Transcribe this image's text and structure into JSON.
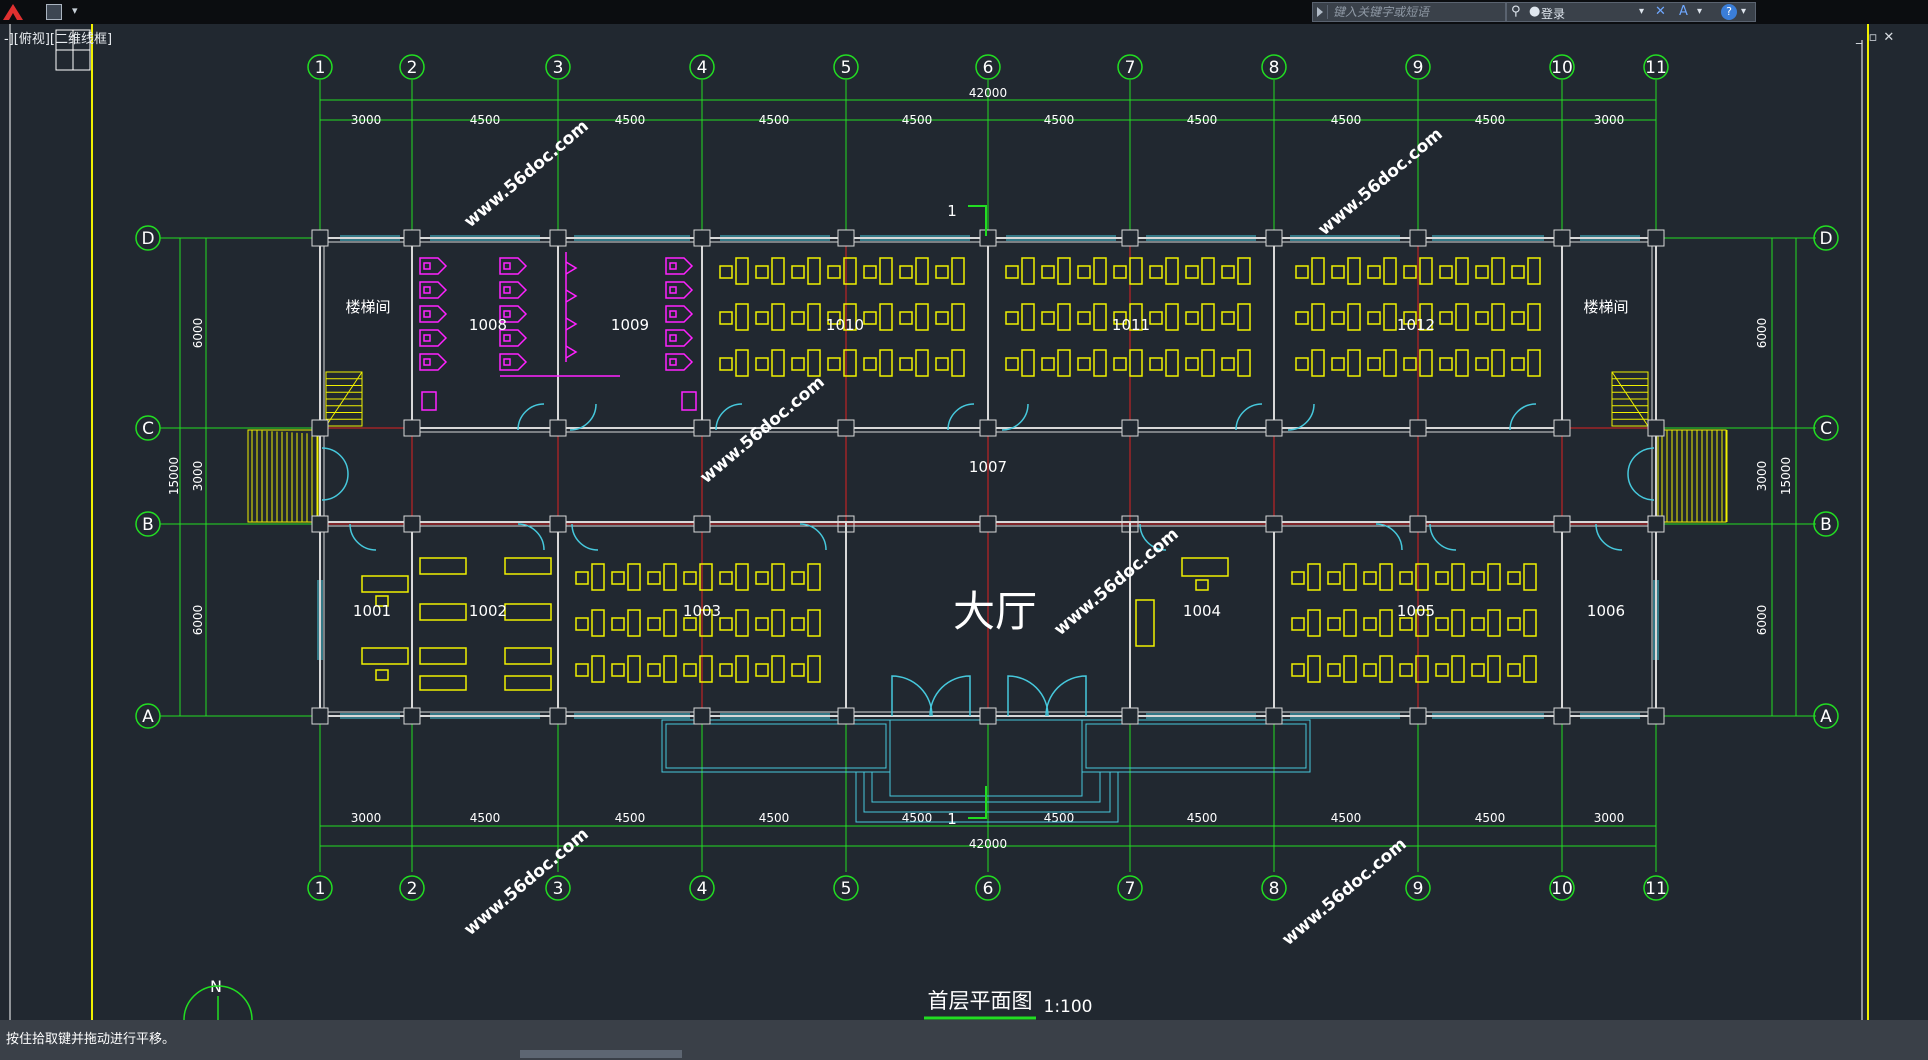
{
  "app": {
    "search_placeholder": "键入关键字或短语",
    "login_label": "登录",
    "help_label": "?",
    "viewport_label": "-][俯视][二维线框]",
    "status_text": "按住拾取键并拖动进行平移。"
  },
  "drawing": {
    "title": "首层平面图",
    "scale": "1:100",
    "north": "N",
    "total_dim": "42000",
    "span_dims": [
      "3000",
      "4500",
      "4500",
      "4500",
      "4500",
      "4500",
      "4500",
      "4500",
      "4500",
      "3000"
    ],
    "vertical_dims": {
      "bay_top": "6000",
      "corridor": "3000",
      "bay_bottom": "6000",
      "total": "15000"
    },
    "axes_x": [
      "1",
      "2",
      "3",
      "4",
      "5",
      "6",
      "7",
      "8",
      "9",
      "10",
      "11"
    ],
    "axes_y": [
      "D",
      "C",
      "B",
      "A"
    ],
    "section_mark": "1",
    "rooms": {
      "stair_left": "楼梯间",
      "stair_right": "楼梯间",
      "r1008": "1008",
      "r1009": "1009",
      "r1010": "1010",
      "r1011": "1011",
      "r1012": "1012",
      "r1007": "1007",
      "r1001": "1001",
      "r1002": "1002",
      "r1003": "1003",
      "hall": "大厅",
      "r1004": "1004",
      "r1005": "1005",
      "r1006": "1006"
    },
    "watermark": "www.56doc.com"
  },
  "colors": {
    "background": "#212830",
    "grid_green": "#22dd22",
    "axis_red": "#dd2222",
    "wall": "#d8d8d8",
    "window_cyan": "#46c8dc",
    "furniture_yellow": "#f0f000",
    "toilet_magenta": "#ff22ff",
    "frame_yellow": "#f0f000"
  }
}
